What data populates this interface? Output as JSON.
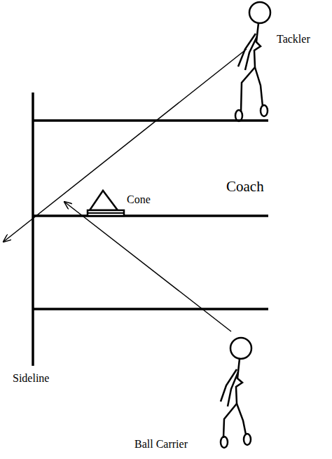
{
  "diagram": {
    "labels": [
      "Tackler",
      "Coach",
      "Cone",
      "Sideline",
      "Ball Carrier"
    ]
  }
}
